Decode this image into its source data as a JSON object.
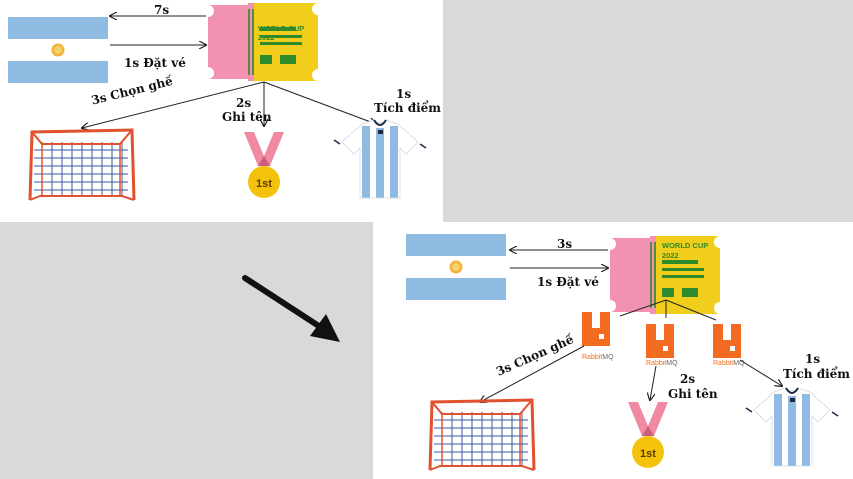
{
  "top": {
    "time_back": "7s",
    "book": "1s Đặt vé",
    "seat": "3s Chọn ghế",
    "name_time": "2s",
    "name_label": "Ghi tên",
    "points_time": "1s",
    "points_label": "Tích điểm"
  },
  "bottom": {
    "time_back": "3s",
    "book": "1s Đặt vé",
    "seat": "3s Chọn ghế",
    "name_time": "2s",
    "name_label": "Ghi tên",
    "points_time": "1s",
    "points_label": "Tích điểm"
  },
  "ticket": {
    "line1": "WORLD CUP",
    "line2": "2022"
  },
  "medal_text": "1st",
  "rabbitmq": {
    "part1": "Rabbit",
    "part2": "MQ"
  },
  "colors": {
    "flag_blue": "#8fbbe3",
    "ticket_pink": "#f291b0",
    "ticket_yellow": "#f1ce1c",
    "ticket_green": "#2f8a2c",
    "goal_red": "#e0522f",
    "net_blue": "#3b55a6",
    "medal_gold": "#f4c20d",
    "ribbon_pink": "#f08aa3",
    "rabbit_orange": "#f26b20",
    "jersey_blue": "#8fbbe3"
  }
}
